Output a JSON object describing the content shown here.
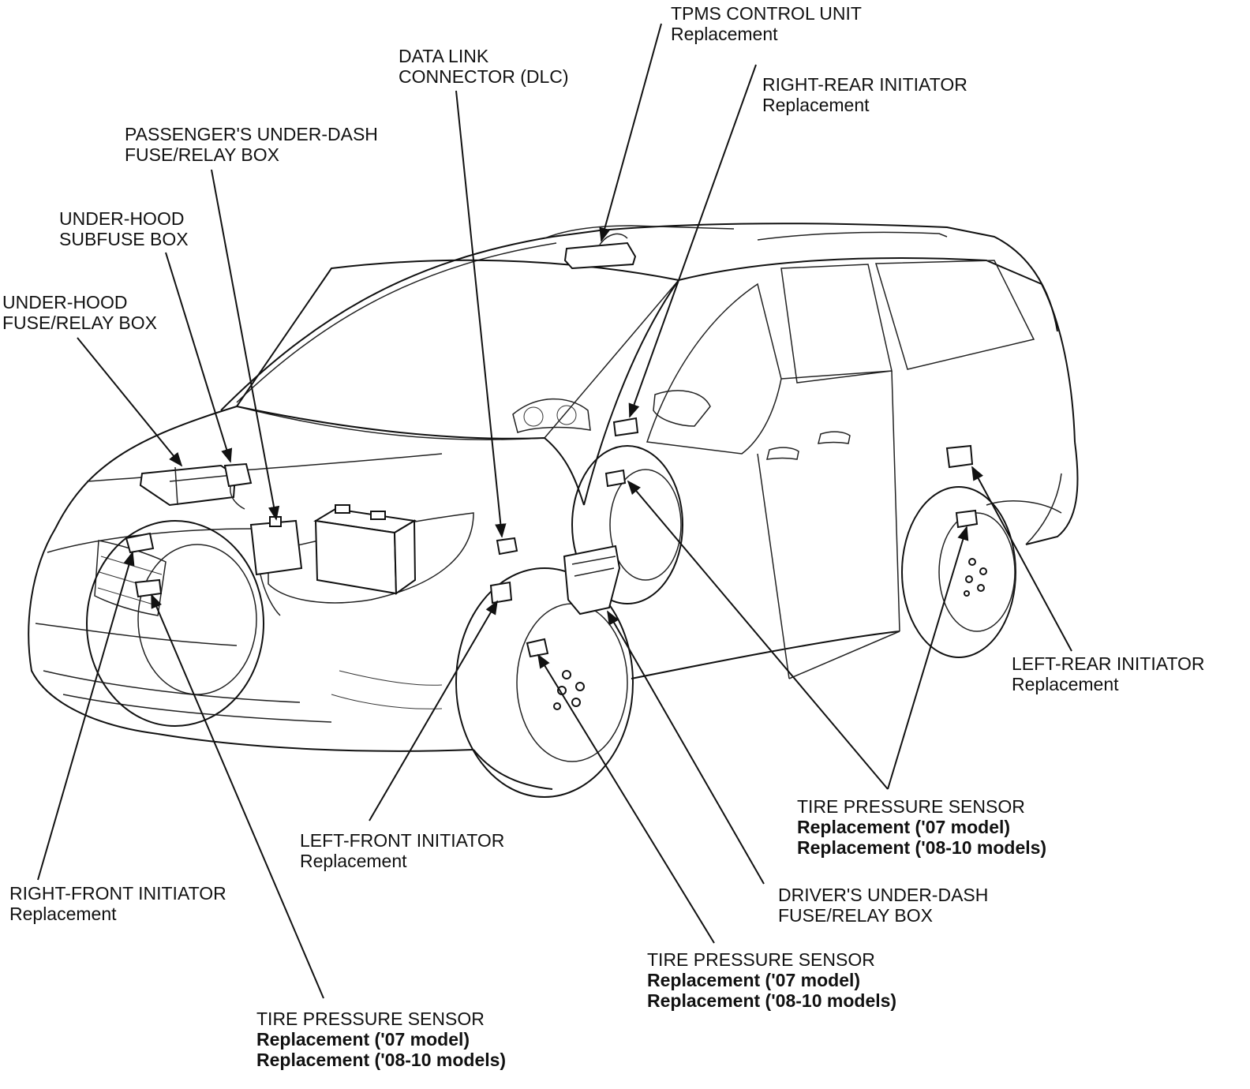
{
  "colors": {
    "ink": "#111111",
    "background": "#ffffff"
  },
  "labels": {
    "tpms_control_unit": {
      "title": "TPMS CONTROL UNIT",
      "links": [
        "Replacement"
      ]
    },
    "data_link_connector": {
      "title_lines": [
        "DATA LINK",
        "CONNECTOR (DLC)"
      ]
    },
    "right_rear_initiator": {
      "title": "RIGHT-REAR INITIATOR",
      "links": [
        "Replacement"
      ]
    },
    "passenger_underdash_box": {
      "title_lines": [
        "PASSENGER'S UNDER-DASH",
        "FUSE/RELAY BOX"
      ]
    },
    "underhood_subfuse_box": {
      "title_lines": [
        "UNDER-HOOD",
        "SUBFUSE BOX"
      ]
    },
    "underhood_fuse_relay_box": {
      "title_lines": [
        "UNDER-HOOD",
        "FUSE/RELAY BOX"
      ]
    },
    "left_rear_initiator": {
      "title": "LEFT-REAR INITIATOR",
      "links": [
        "Replacement"
      ]
    },
    "tire_pressure_sensor_rear": {
      "title": "TIRE PRESSURE SENSOR",
      "links": [
        "Replacement ('07 model)",
        "Replacement ('08-10 models)"
      ]
    },
    "left_front_initiator": {
      "title": "LEFT-FRONT INITIATOR",
      "links": [
        "Replacement"
      ]
    },
    "drivers_underdash_box": {
      "title_lines": [
        "DRIVER'S UNDER-DASH",
        "FUSE/RELAY BOX"
      ]
    },
    "right_front_initiator": {
      "title": "RIGHT-FRONT INITIATOR",
      "links": [
        "Replacement"
      ]
    },
    "tire_pressure_sensor_left_front": {
      "title": "TIRE PRESSURE SENSOR",
      "links": [
        "Replacement ('07 model)",
        "Replacement ('08-10 models)"
      ]
    },
    "tire_pressure_sensor_right_front": {
      "title": "TIRE PRESSURE SENSOR",
      "links": [
        "Replacement ('07 model)",
        "Replacement ('08-10 models)"
      ]
    }
  }
}
